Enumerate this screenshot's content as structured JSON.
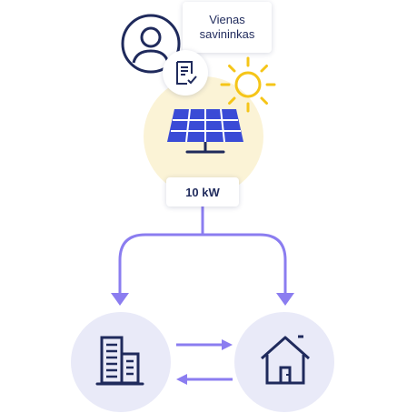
{
  "owner": {
    "label_line1": "Vienas",
    "label_line2": "savininkas"
  },
  "solar": {
    "power_label": "10 kW"
  },
  "colors": {
    "navy": "#1f2a5c",
    "panel_blue": "#3a4bd6",
    "sun_yellow": "#f5c518",
    "sun_glow": "#fbf3d6",
    "arrow_purple": "#8b7df0",
    "circle_lavender": "#e9eaf8"
  },
  "icons": [
    "user-icon",
    "document-check-icon",
    "sun-icon",
    "solar-panel-icon",
    "office-building-icon",
    "house-icon"
  ]
}
